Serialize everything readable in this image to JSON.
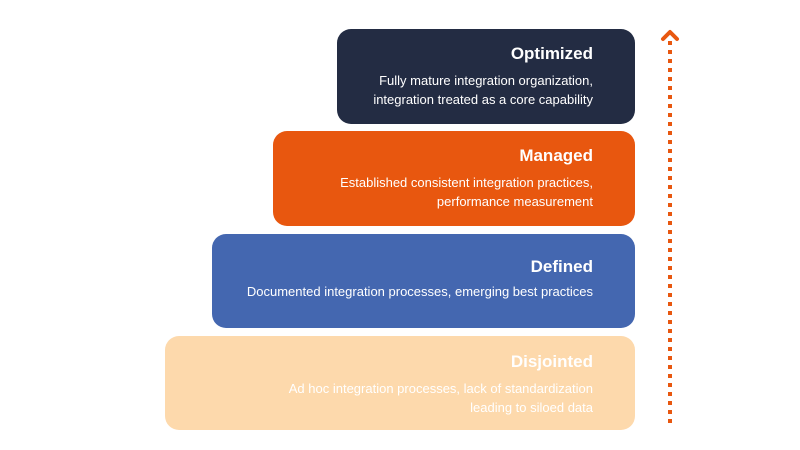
{
  "stages": [
    {
      "id": "optimized",
      "title": "Optimized",
      "description": [
        "Fully mature integration organization,",
        "integration treated as a core capability"
      ],
      "background": "#232c43",
      "text_color": "#ffffff"
    },
    {
      "id": "managed",
      "title": "Managed",
      "description": [
        "Established consistent integration practices,",
        "performance measurement"
      ],
      "background": "#e8570f",
      "text_color": "#ffffff"
    },
    {
      "id": "defined",
      "title": "Defined",
      "description": [
        "Documented integration processes, emerging best practices"
      ],
      "background": "#4467b0",
      "text_color": "#ffffff"
    },
    {
      "id": "disjointed",
      "title": "Disjointed",
      "description": [
        "Ad hoc integration processes, lack of standardization",
        "leading to siloed data"
      ],
      "background": "#fdd9ac",
      "text_color": "#ffffff"
    }
  ],
  "arrow": {
    "icon": "dotted-up-arrow-icon",
    "color": "#e8570f"
  }
}
